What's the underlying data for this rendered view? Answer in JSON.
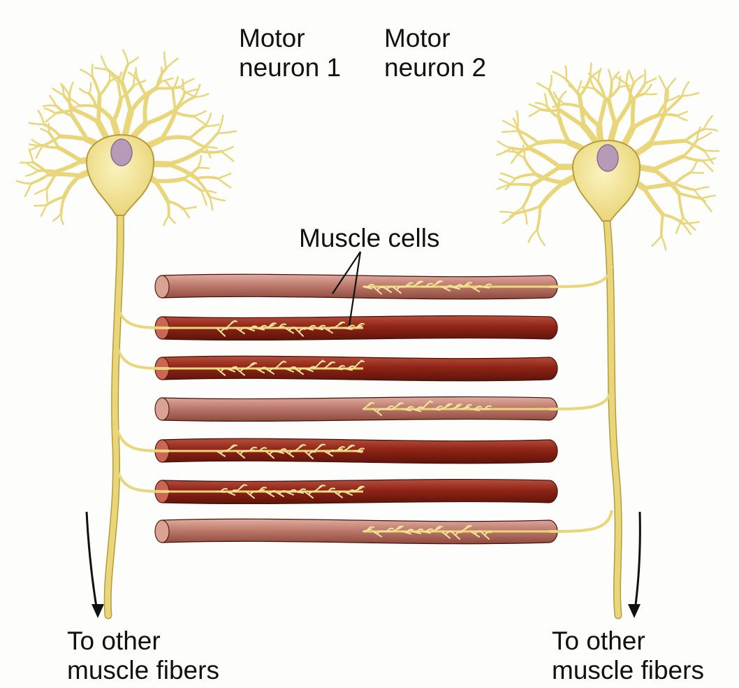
{
  "labels": {
    "motor_neuron_1": [
      "Motor",
      "neuron 1"
    ],
    "motor_neuron_2": [
      "Motor",
      "neuron 2"
    ],
    "muscle_cells": "Muscle cells",
    "to_other_left": [
      "To other",
      "muscle fibers"
    ],
    "to_other_right": [
      "To other",
      "muscle fibers"
    ]
  },
  "colors": {
    "neuron_fill": "#e9d67a",
    "neuron_stroke": "#b89b3a",
    "nucleus": "#b79ab8",
    "fiber_neuron1": "#8f2416",
    "fiber_neuron2": "#bd7a6c",
    "fiber_end_neuron1": "#c96754",
    "fiber_end_neuron2": "#d9a394"
  },
  "fibers": [
    {
      "row": 1,
      "innervated_by": "neuron 2"
    },
    {
      "row": 2,
      "innervated_by": "neuron 1"
    },
    {
      "row": 3,
      "innervated_by": "neuron 1"
    },
    {
      "row": 4,
      "innervated_by": "neuron 2"
    },
    {
      "row": 5,
      "innervated_by": "neuron 1"
    },
    {
      "row": 6,
      "innervated_by": "neuron 1"
    },
    {
      "row": 7,
      "innervated_by": "neuron 2"
    }
  ]
}
